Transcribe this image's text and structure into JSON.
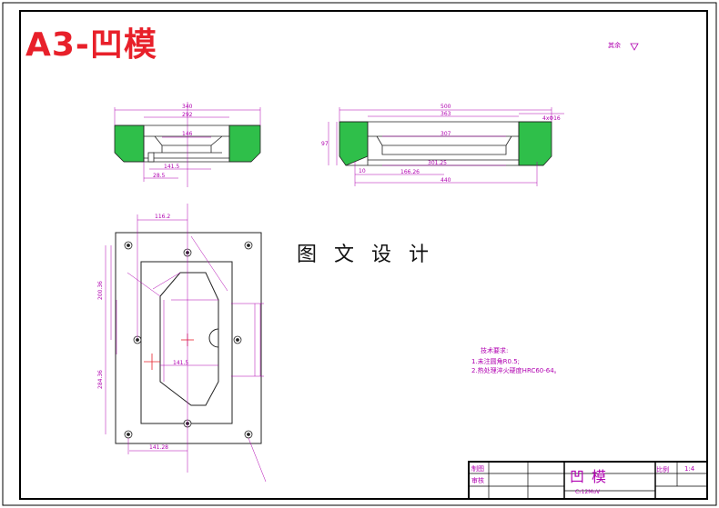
{
  "sheet": {
    "title": "A3-凹模",
    "watermark": "图 文 设 计",
    "roughness": "其余"
  },
  "tech_requirements": {
    "heading": "技术要求:",
    "items": [
      "1.未注圆角R0.5;",
      "2.热处理淬火硬度HRC60-64。"
    ]
  },
  "title_block": {
    "labels": [
      "制图",
      "审核"
    ],
    "part_name": "凹模",
    "scale_label": "比例",
    "scale_value": "1:4",
    "material": "Cr12MoV"
  },
  "dimensions": {
    "left_view": [
      "340",
      "292",
      "146",
      "141.5",
      "28.5"
    ],
    "right_view": [
      "500",
      "363",
      "307",
      "301.25",
      "166.26",
      "440",
      "97",
      "10",
      "4xΦ16"
    ],
    "plan_view": [
      "116.2",
      "200.36",
      "284.36",
      "141.28",
      "141.5"
    ]
  },
  "colors": {
    "frame": "#000000",
    "dimension": "#b000b0",
    "section_fill": "#2fbf4a",
    "part_line": "#222222",
    "title": "#e8202a",
    "center_mark": "#e8202a"
  }
}
